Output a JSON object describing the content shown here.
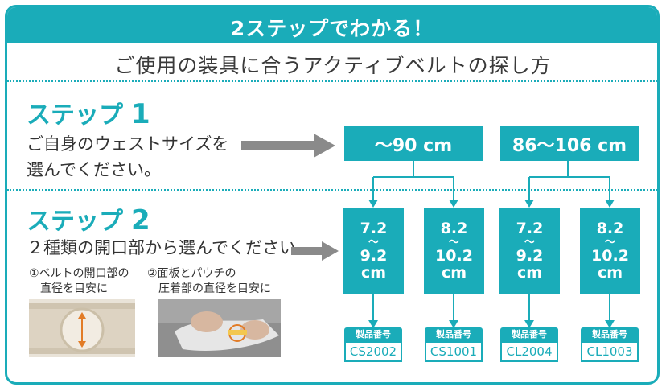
{
  "header": {
    "title": "2ステップでわかる！"
  },
  "subtitle": "ご使用の装具に合うアクティブベルトの探し方",
  "step1": {
    "title": "ステップ",
    "number": "1",
    "text_line1": "ご自身のウェストサイズを",
    "text_line2": "選んでください。"
  },
  "step2": {
    "title": "ステップ",
    "number": "2",
    "text": "２種類の開口部から選んでください。",
    "note1_line1": "①ベルトの開口部の",
    "note1_line2": "直径を目安に",
    "note2_line1": "②面板とパウチの",
    "note2_line2": "圧着部の直径を目安に"
  },
  "waist_sizes": [
    {
      "label": "～90 cm"
    },
    {
      "label": "86～106 cm"
    }
  ],
  "opening_sizes": [
    {
      "min": "7.2",
      "tilde": "～",
      "max": "9.2",
      "unit": "cm"
    },
    {
      "min": "8.2",
      "tilde": "～",
      "max": "10.2",
      "unit": "cm"
    },
    {
      "min": "7.2",
      "tilde": "～",
      "max": "9.2",
      "unit": "cm"
    },
    {
      "min": "8.2",
      "tilde": "～",
      "max": "10.2",
      "unit": "cm"
    }
  ],
  "product_codes": [
    {
      "label": "製品番号",
      "code": "CS2002"
    },
    {
      "label": "製品番号",
      "code": "CS1001"
    },
    {
      "label": "製品番号",
      "code": "CL2004"
    },
    {
      "label": "製品番号",
      "code": "CL1003"
    }
  ],
  "colors": {
    "accent": "#1aacb9",
    "arrow_gray": "#8a8a8a",
    "text": "#3a3a3a"
  },
  "icons": [
    "right-arrow-icon",
    "down-arrow-icon"
  ]
}
